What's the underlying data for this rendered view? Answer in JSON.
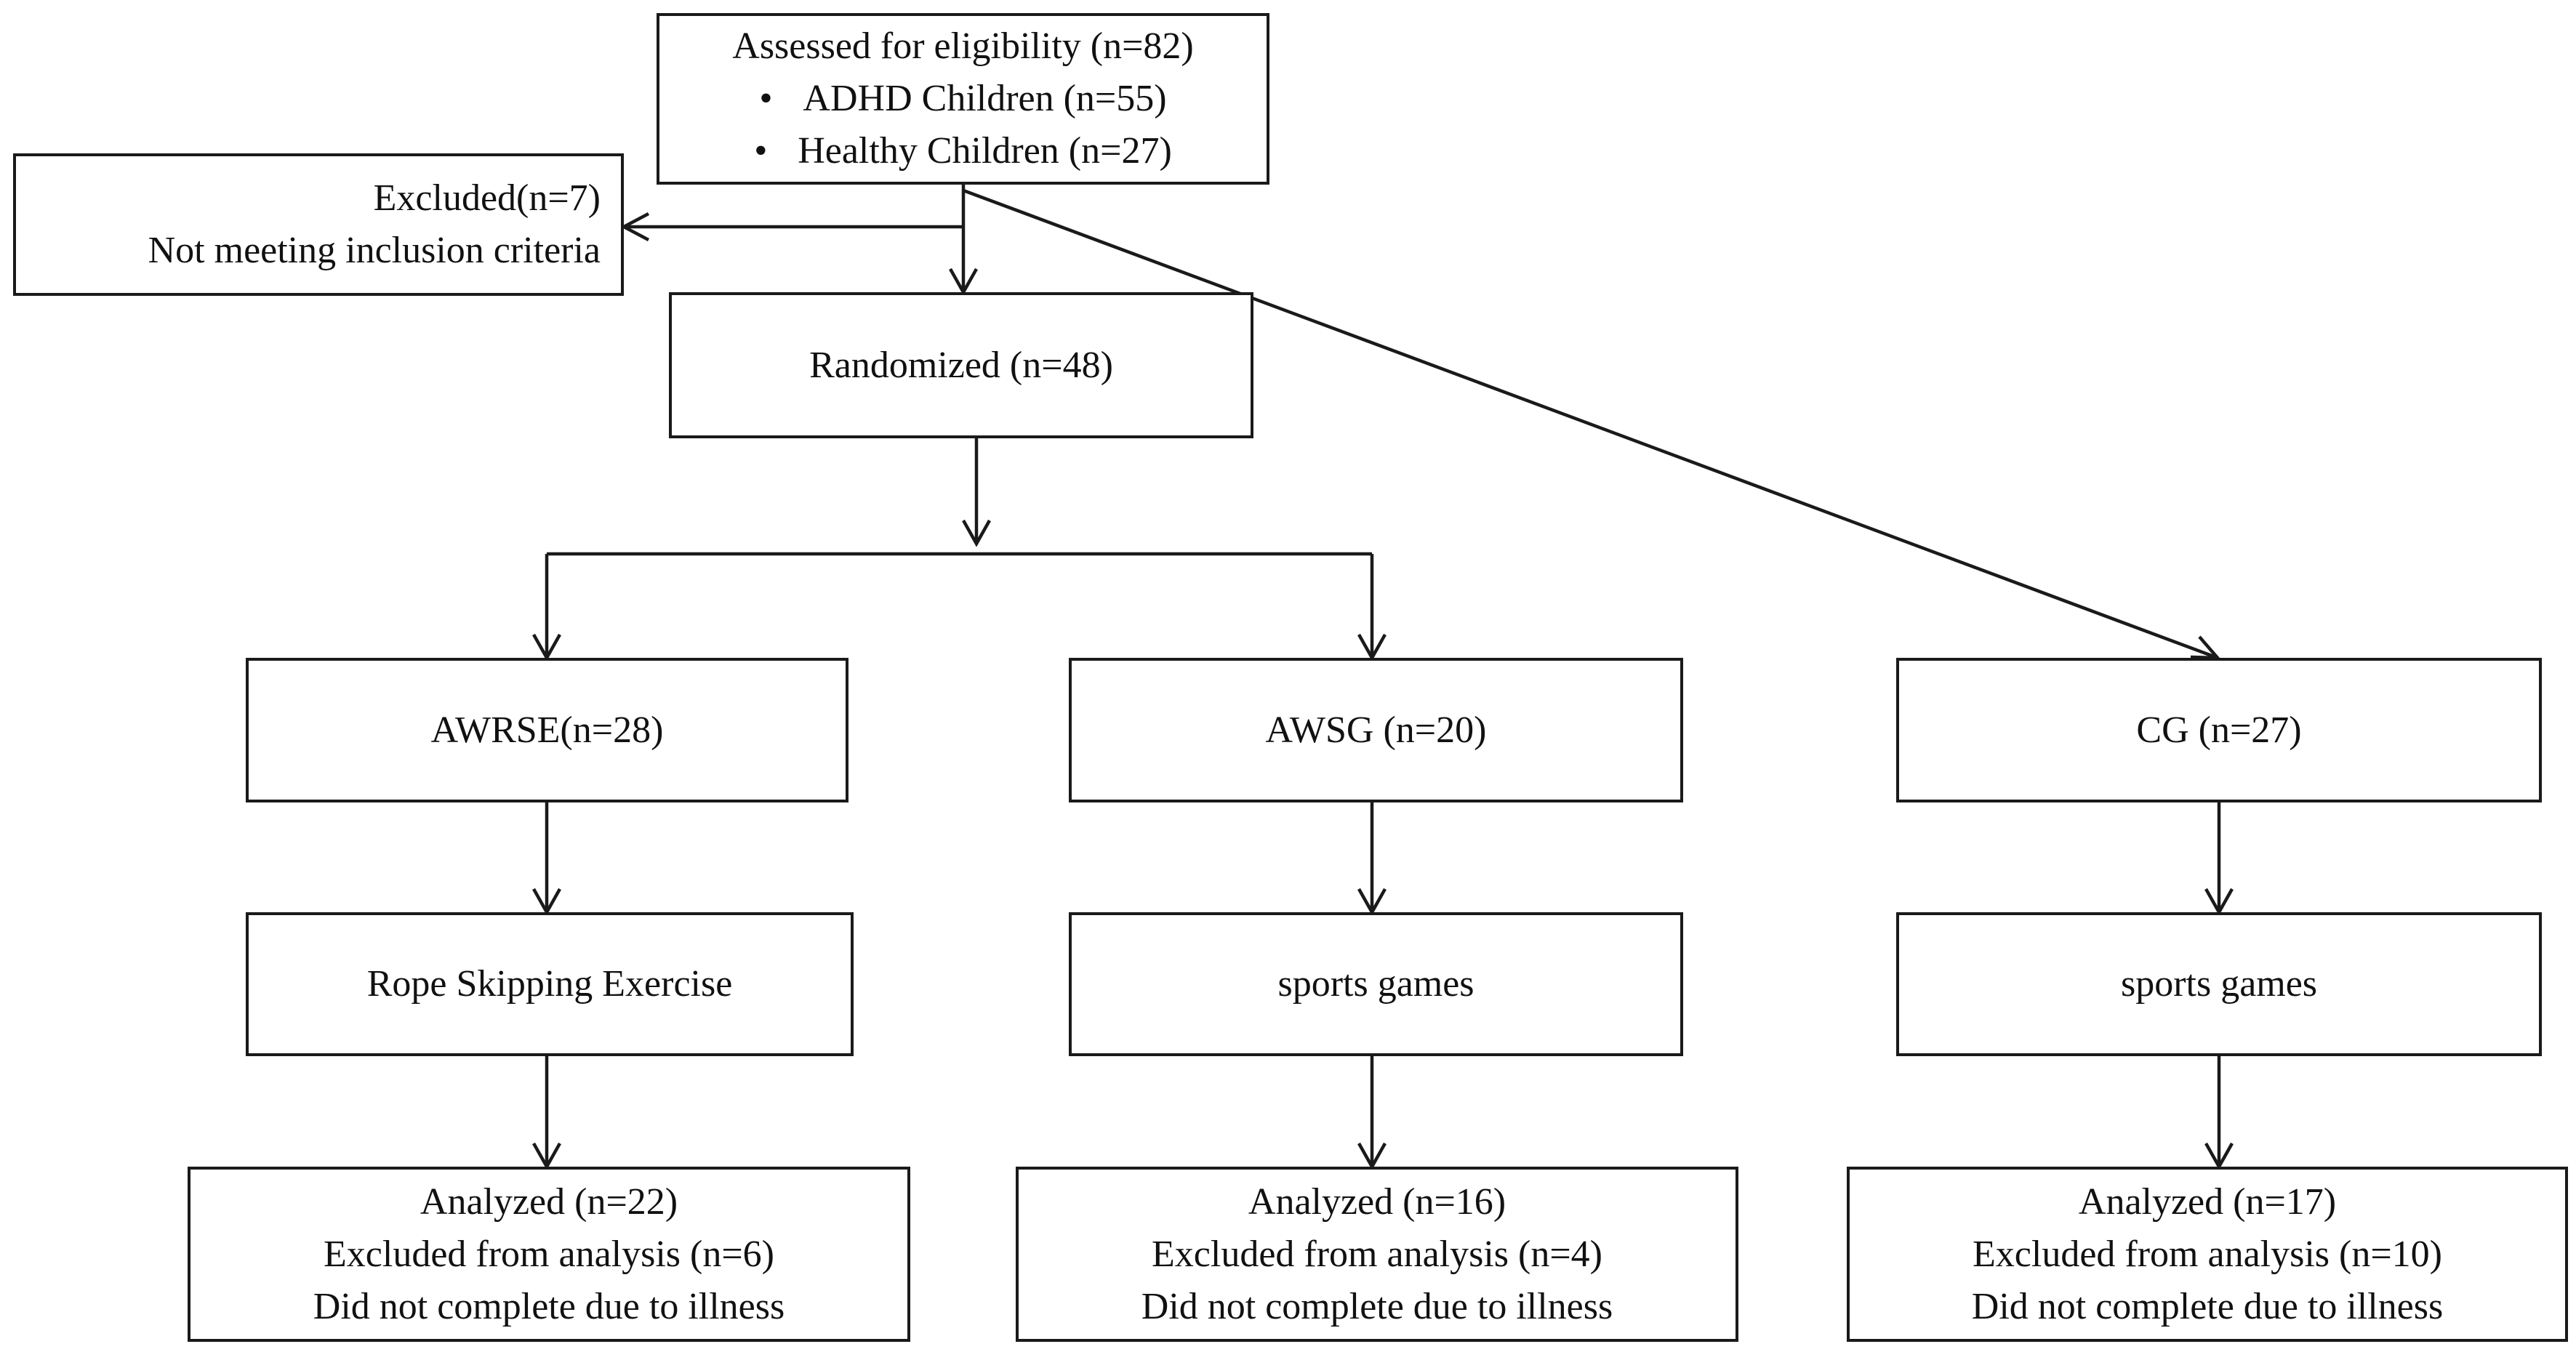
{
  "assessed": {
    "title": "Assessed for eligibility (n=82)",
    "items": [
      "ADHD Children (n=55)",
      "Healthy Children (n=27)"
    ],
    "bullet": "•"
  },
  "excluded": {
    "line1": "Excluded(n=7)",
    "line2": "Not meeting inclusion criteria"
  },
  "randomized": {
    "label": "Randomized (n=48)"
  },
  "groups": [
    {
      "label": "AWRSE(n=28)",
      "intervention": "Rope Skipping Exercise",
      "analysis": [
        "Analyzed (n=22)",
        "Excluded from analysis (n=6)",
        "Did not complete due to illness"
      ]
    },
    {
      "label": "AWSG (n=20)",
      "intervention": "sports games",
      "analysis": [
        "Analyzed (n=16)",
        "Excluded from analysis (n=4)",
        "Did not complete due to illness"
      ]
    },
    {
      "label": "CG (n=27)",
      "intervention": "sports games",
      "analysis": [
        "Analyzed (n=17)",
        "Excluded from analysis (n=10)",
        "Did not complete due to illness"
      ]
    }
  ],
  "colors": {
    "line": "#1a1a1a",
    "text": "#111111",
    "background": "#ffffff"
  }
}
